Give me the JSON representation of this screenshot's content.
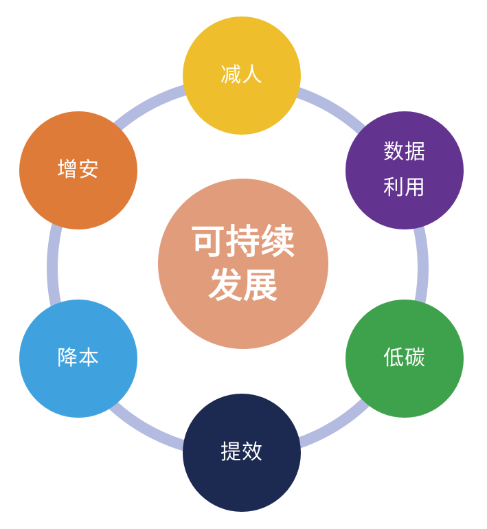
{
  "center": {
    "line1": "可持续",
    "line2": "发展",
    "color": "#e19c7c"
  },
  "nodes": [
    {
      "id": "top",
      "lines": [
        "减人"
      ],
      "color": "#efbe2d"
    },
    {
      "id": "ur",
      "lines": [
        "数据",
        "利用"
      ],
      "color": "#63348f"
    },
    {
      "id": "lr",
      "lines": [
        "低碳"
      ],
      "color": "#3ea14b"
    },
    {
      "id": "bottom",
      "lines": [
        "提效"
      ],
      "color": "#1c2a52"
    },
    {
      "id": "ll",
      "lines": [
        "降本"
      ],
      "color": "#3fa2df"
    },
    {
      "id": "ul",
      "lines": [
        "增安"
      ],
      "color": "#df7b38"
    }
  ],
  "ring_color": "#b3bbe0"
}
